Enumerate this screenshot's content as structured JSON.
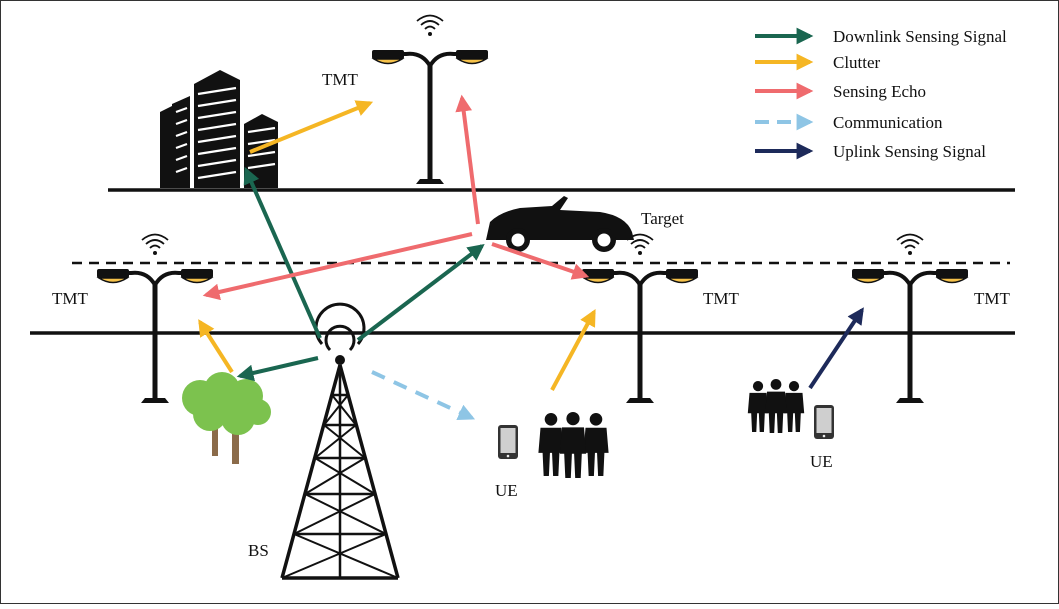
{
  "legend": {
    "downlink": "Downlink Sensing Signal",
    "clutter": "Clutter",
    "echo": "Sensing Echo",
    "communication": "Communication",
    "uplink": "Uplink Sensing Signal"
  },
  "labels": {
    "tmt_top": "TMT",
    "tmt_left": "TMT",
    "tmt_mid": "TMT",
    "tmt_right": "TMT",
    "target": "Target",
    "ue_mid": "UE",
    "ue_right": "UE",
    "bs": "BS"
  },
  "colors": {
    "downlink": "#1a6650",
    "clutter": "#f5b624",
    "echo": "#ef6b6e",
    "communication": "#8ec5e5",
    "uplink": "#1d2a5a",
    "lamp_yellow": "#f6c24a",
    "tree_green": "#7cc24e",
    "trunk": "#8b6b4a"
  }
}
